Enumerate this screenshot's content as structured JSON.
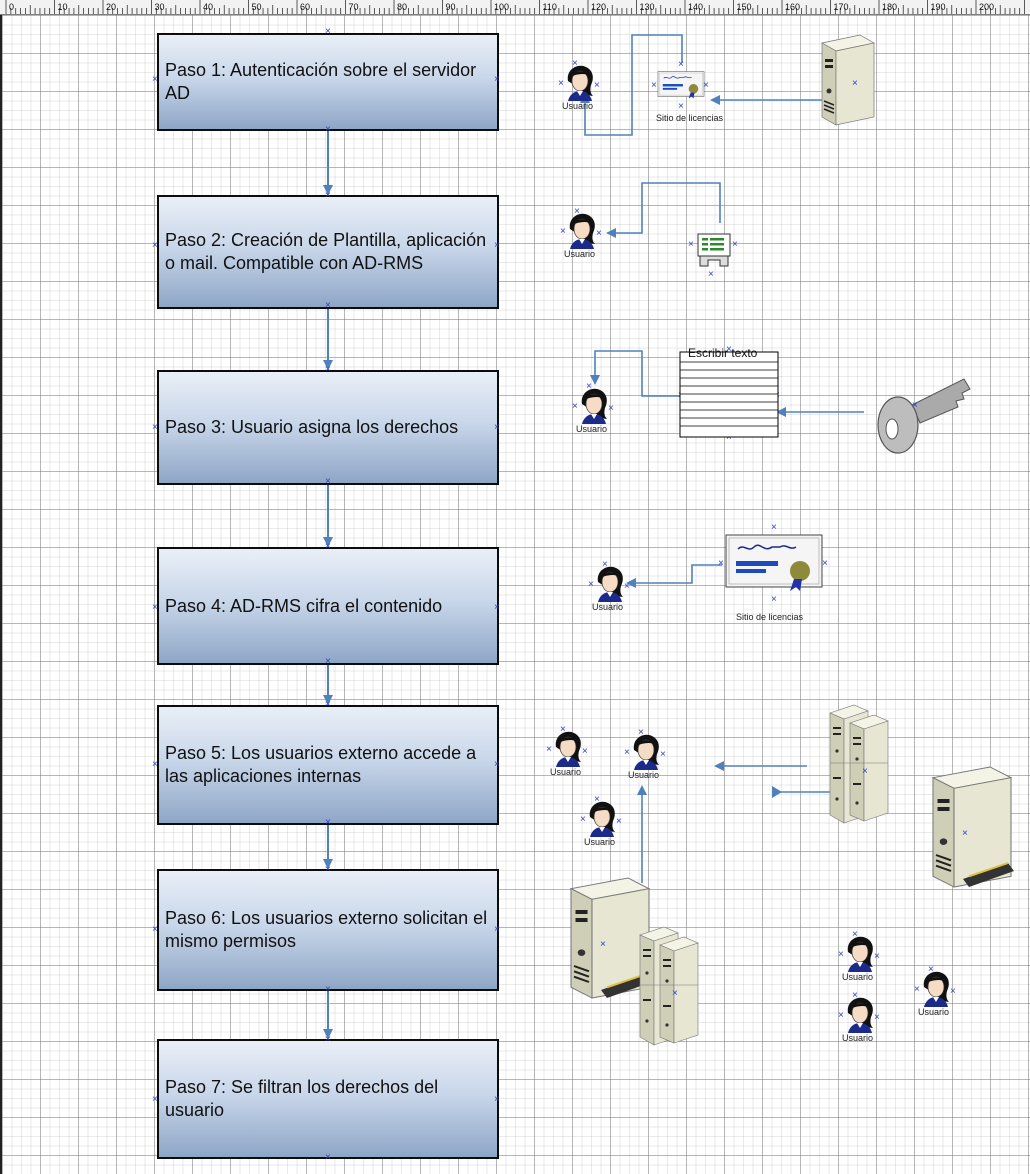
{
  "ruler": {
    "ticks": [
      "0",
      "10",
      "20",
      "30",
      "40",
      "50",
      "60",
      "70",
      "80",
      "90",
      "100",
      "110",
      "120",
      "130",
      "140",
      "150",
      "160",
      "170",
      "180",
      "190",
      "200"
    ]
  },
  "steps": [
    {
      "label": "Paso 1: Autenticación sobre el servidor AD"
    },
    {
      "label": "Paso 2: Creación de Plantilla, aplicación o mail. Compatible con AD-RMS"
    },
    {
      "label": "Paso 3: Usuario  asigna los derechos"
    },
    {
      "label": "Paso 4: AD-RMS cifra el  contenido"
    },
    {
      "label": "Paso 5: Los usuarios externo accede a las aplicaciones internas"
    },
    {
      "label": "Paso 6: Los usuarios externo solicitan el mismo permisos"
    },
    {
      "label": "Paso 7: Se filtran los derechos del usuario"
    }
  ],
  "labels": {
    "user": "Usuario",
    "license_site": "Sitio de licencias",
    "text_shape": "Escribir texto"
  },
  "icons": {
    "user": "user-icon",
    "server": "server-icon",
    "certificate": "certificate-icon",
    "document": "document-icon",
    "key": "key-icon",
    "server_rack": "server-rack-icon"
  },
  "colors": {
    "connector": "#4f81bd",
    "step_fill_top": "#e9eff7",
    "step_fill_bottom": "#8ea6c6",
    "handle": "#2a3fd0"
  }
}
